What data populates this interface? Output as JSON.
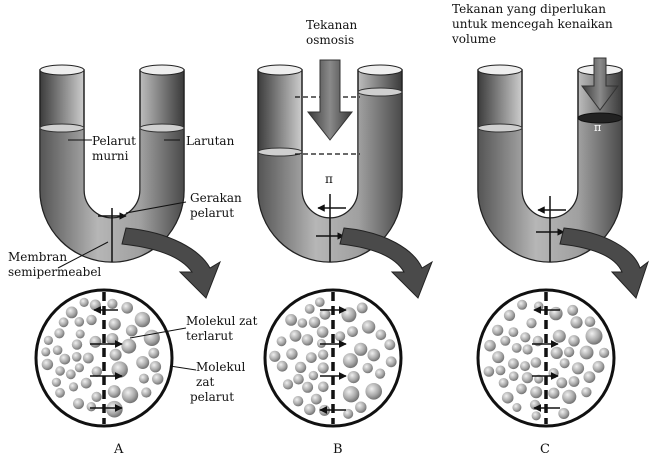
{
  "labels": {
    "a_pelarut": "Pelarut",
    "a_murni": "murni",
    "a_larutan": "Larutan",
    "a_gerakan": "Gerakan",
    "a_pelarut2": "pelarut",
    "a_membran": "Membran",
    "a_semipermeabel": "semipermeabel",
    "a_molekul_zat": "Molekul zat",
    "a_terlarut": "terlarut",
    "a_molekul": "Molekul",
    "a_zat": "zat",
    "a_pelarut3": "pelarut",
    "b_tekanan": "Tekanan",
    "b_osmosis": "osmosis",
    "b_pi": "π",
    "c_line1": "Tekanan yang diperlukan",
    "c_line2": "untuk mencegah kenaikan",
    "c_line3": "volume",
    "c_pi": "π"
  },
  "captions": {
    "a": "A",
    "b": "B",
    "c": "C"
  },
  "colors": {
    "tube_dark": "#4a4a4a",
    "tube_light": "#dcdcdc",
    "liquid": "#8a8a8a",
    "arrow": "#555555",
    "molecule": "#b0b0b0"
  },
  "icons": [
    "downward-pressure-arrow",
    "curved-zoom-arrow",
    "molecule-arrow"
  ]
}
